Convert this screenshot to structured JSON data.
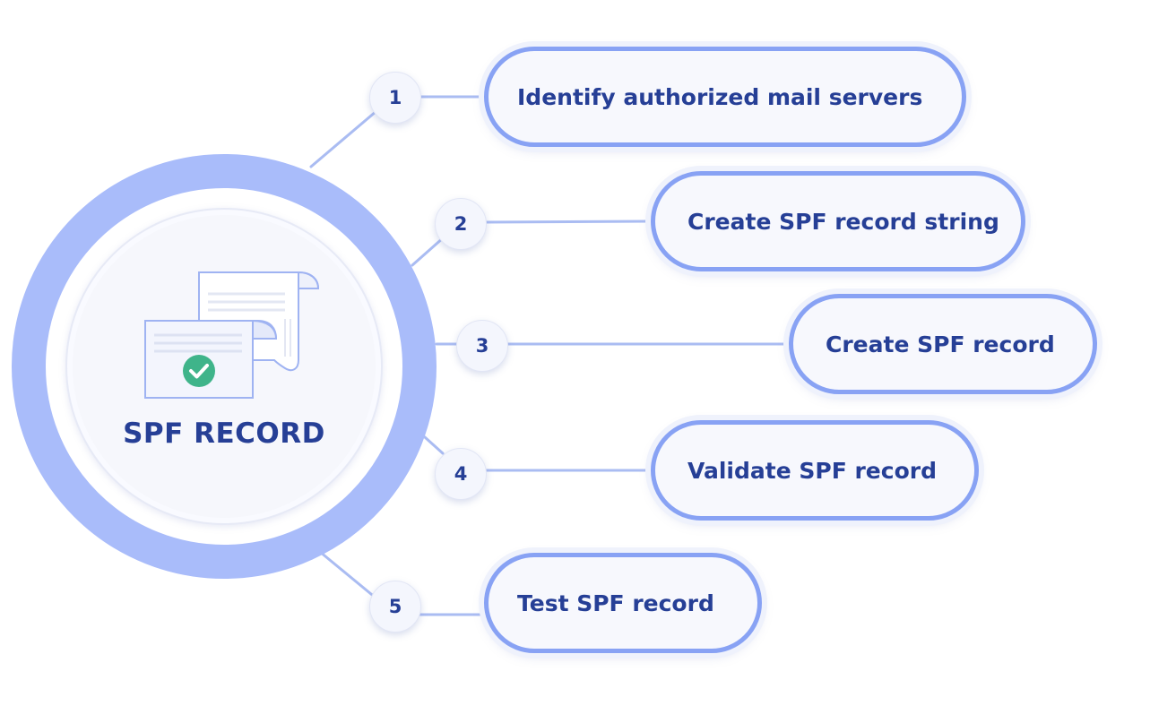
{
  "hub": {
    "title": "SPF RECORD",
    "icon": "document-check-icon"
  },
  "colors": {
    "ring": "#a9bcfa",
    "pill_border": "#88a2f4",
    "text": "#263f96",
    "connector": "#aabcf2",
    "check": "#3fb48a"
  },
  "steps": [
    {
      "number": "1",
      "label": "Identify authorized mail servers"
    },
    {
      "number": "2",
      "label": "Create SPF record string"
    },
    {
      "number": "3",
      "label": "Create SPF record"
    },
    {
      "number": "4",
      "label": "Validate SPF record"
    },
    {
      "number": "5",
      "label": "Test SPF record"
    }
  ]
}
